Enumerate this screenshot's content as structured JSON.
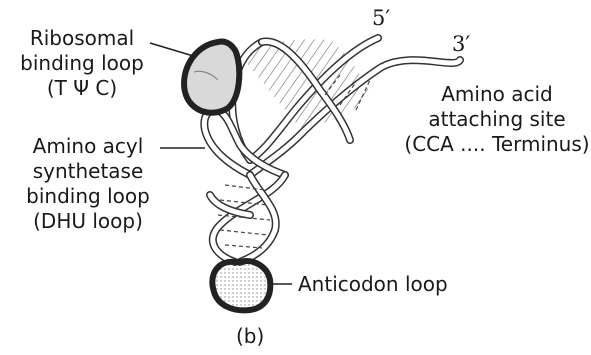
{
  "labels": {
    "ribosomal": [
      "Ribosomal",
      "binding loop",
      "(T Ψ C)"
    ],
    "amino_acyl": [
      "Amino acyl",
      "synthetase",
      "binding loop",
      "(DHU loop)"
    ],
    "amino_acid_site": [
      "Amino acid",
      "attaching site",
      "(CCA .... Terminus)"
    ],
    "anticodon": "Anticodon loop",
    "five_prime": "5′",
    "three_prime": "3′",
    "panel": "(b)"
  }
}
